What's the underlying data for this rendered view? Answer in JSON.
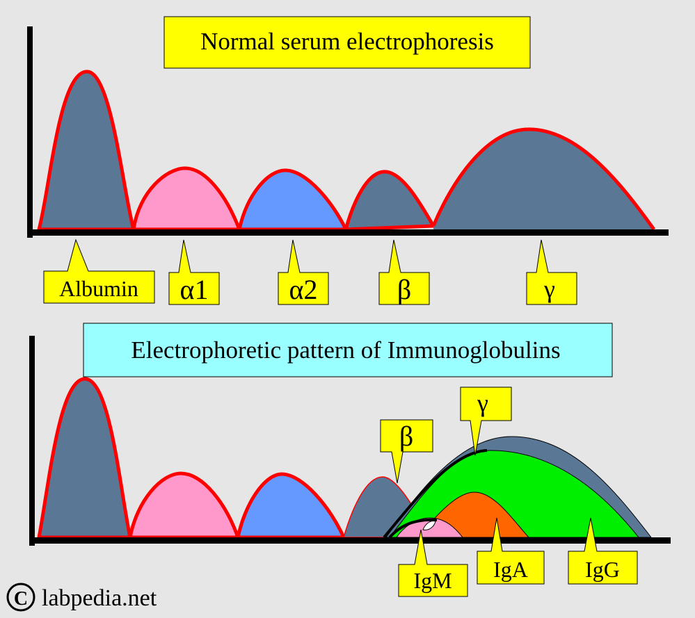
{
  "top_panel": {
    "title": "Normal serum electrophoresis",
    "labels": {
      "albumin": "Albumin",
      "alpha1": "α1",
      "alpha2": "α2",
      "beta": "β",
      "gamma": "γ"
    }
  },
  "bottom_panel": {
    "title": "Electrophoretic pattern of Immunoglobulins",
    "labels": {
      "beta": "β",
      "gamma": "γ",
      "igm": "IgM",
      "iga": "IgA",
      "igg": "IgG"
    }
  },
  "watermark": {
    "symbol": "©",
    "text": "labpedia.net"
  },
  "colors": {
    "background": "#e6e6e6",
    "outline": "#ff0000",
    "slate": "#5a7896",
    "pink": "#ff99cc",
    "blue": "#6699ff",
    "green": "#00ee00",
    "orange": "#ff6600",
    "label_yellow": "#ffff00",
    "title_cyan": "#99ffff"
  }
}
